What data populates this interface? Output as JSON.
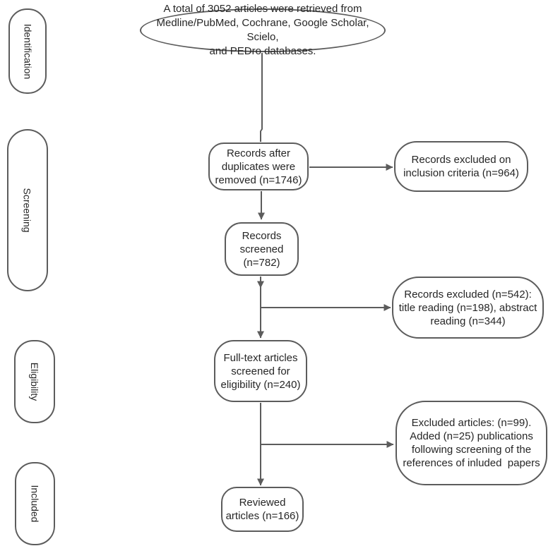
{
  "diagram": {
    "title": "PRISMA article selection flow diagram",
    "colors": {
      "stroke": "#5c5c5c",
      "text": "#262626",
      "background": "#ffffff"
    },
    "stages": [
      {
        "label": "Identification"
      },
      {
        "label": "Screening"
      },
      {
        "label": "Eligibility"
      },
      {
        "label": "Included"
      }
    ],
    "nodes": {
      "retrieved": {
        "text": "A total of 3052 articles were retrieved from\nMedline/PubMed, Cochrane, Google Scholar, Scielo,\nand PEDro databases."
      },
      "duplicates_removed": {
        "text": "Records after\nduplicates were\nremoved (n=1746)"
      },
      "excluded_inclusion": {
        "text": "Records excluded on\ninclusion criteria (n=964)"
      },
      "records_screened": {
        "text": "Records\nscreened\n(n=782)"
      },
      "excluded_reading": {
        "text": "Records excluded (n=542):\ntitle reading (n=198), abstract\nreading (n=344)"
      },
      "fulltext": {
        "text": "Full-text articles\nscreened for\neligibility (n=240)"
      },
      "excluded_added": {
        "text": "Excluded articles: (n=99).\nAdded (n=25) publications\nfollowing screening of the\nreferences of inluded  papers"
      },
      "reviewed": {
        "text": "Reviewed\narticles (n=166)"
      }
    },
    "counts": {
      "retrieved": 3052,
      "after_duplicates": 1746,
      "excluded_inclusion": 964,
      "screened": 782,
      "excluded_total": 542,
      "excluded_title": 198,
      "excluded_abstract": 344,
      "fulltext": 240,
      "excluded_articles": 99,
      "added_from_references": 25,
      "reviewed": 166
    }
  }
}
